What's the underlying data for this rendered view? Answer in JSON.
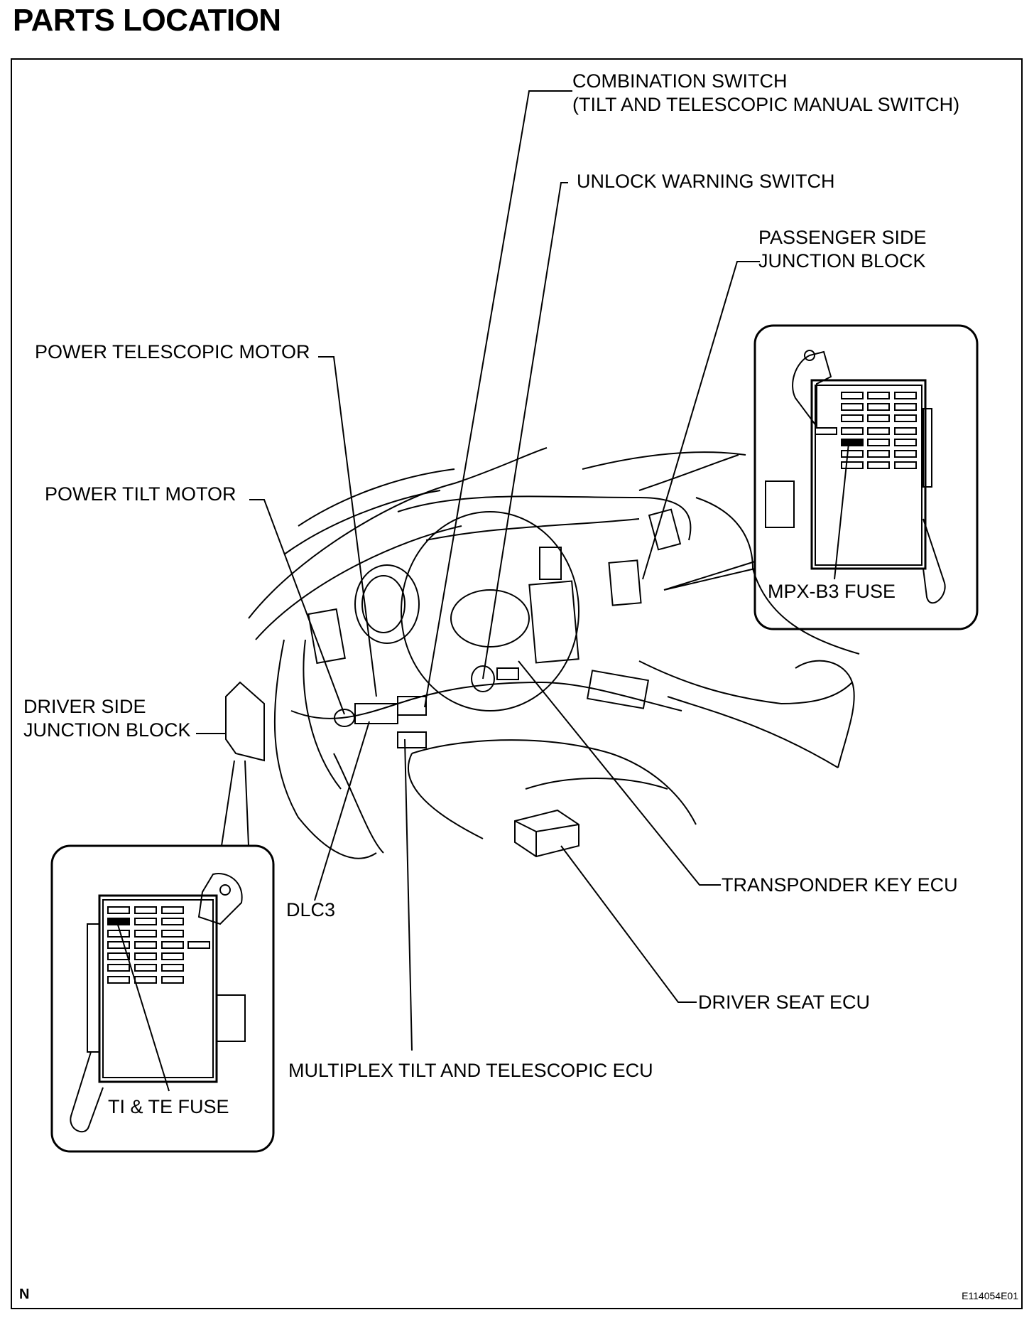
{
  "title": "PARTS LOCATION",
  "labels": {
    "combination_switch_line1": "COMBINATION SWITCH",
    "combination_switch_line2": "(TILT AND TELESCOPIC MANUAL SWITCH)",
    "unlock_warning_switch": "UNLOCK WARNING SWITCH",
    "passenger_jb_line1": "PASSENGER SIDE",
    "passenger_jb_line2": "JUNCTION BLOCK",
    "power_telescopic_motor": "POWER TELESCOPIC MOTOR",
    "power_tilt_motor": "POWER TILT MOTOR",
    "driver_jb_line1": "DRIVER SIDE",
    "driver_jb_line2": "JUNCTION BLOCK",
    "mpx_b3_fuse": "MPX-B3 FUSE",
    "ti_te_fuse": "TI & TE FUSE",
    "dlc3": "DLC3",
    "transponder_key_ecu": "TRANSPONDER KEY ECU",
    "driver_seat_ecu": "DRIVER SEAT ECU",
    "multiplex_tilt_telescopic_ecu": "MULTIPLEX TILT AND TELESCOPIC ECU"
  },
  "footer": {
    "view_code": "N",
    "figure_id": "E114054E01"
  }
}
